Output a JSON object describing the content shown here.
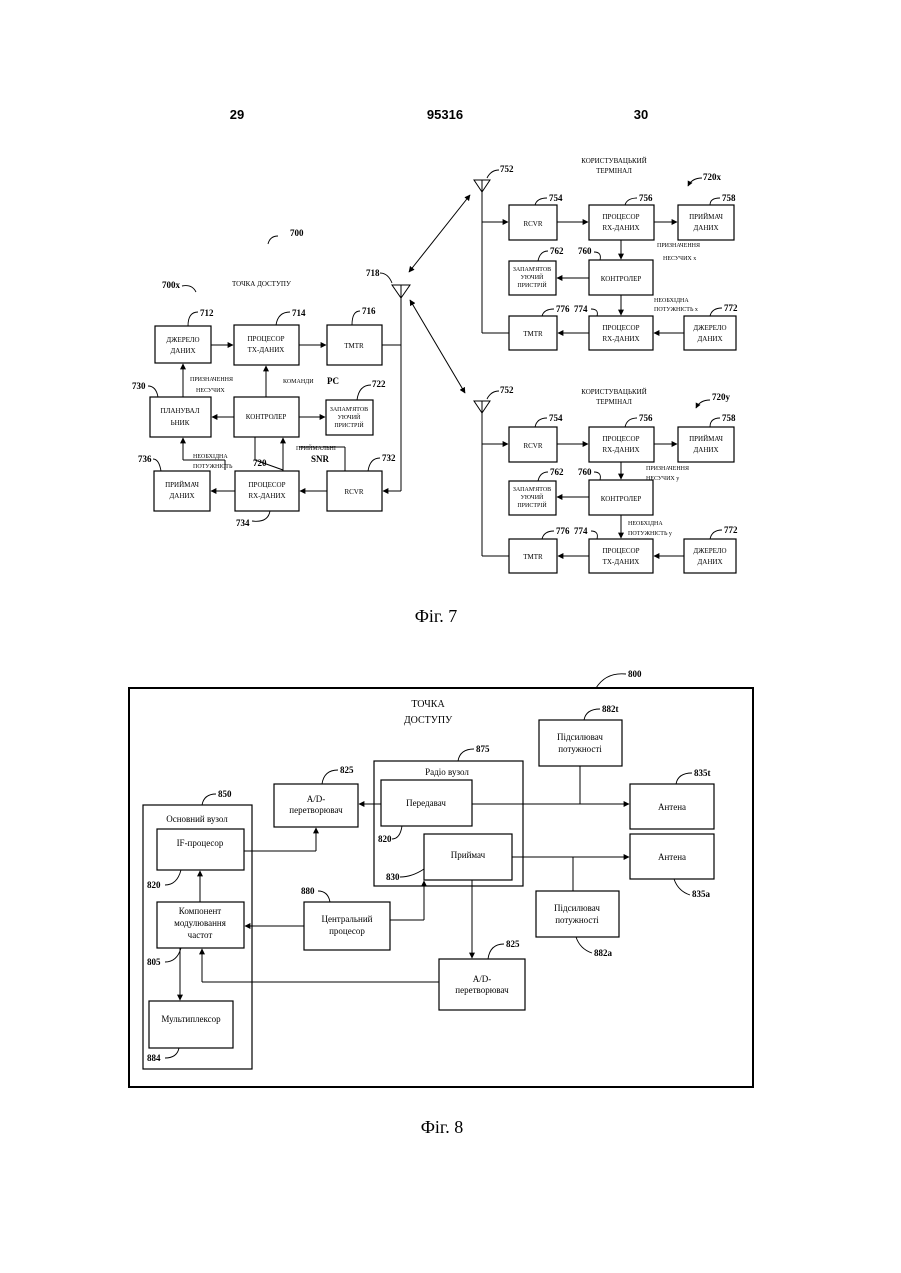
{
  "header": {
    "page_left": "29",
    "patent_number": "95316",
    "page_right": "30"
  },
  "fig7": {
    "caption": "Фіг. 7",
    "ref_700": "700",
    "ref_700x": "700x",
    "access_point": "ТОЧКА ДОСТУПУ",
    "ap": {
      "source": {
        "ref": "712",
        "l1": "ДЖЕРЕЛО",
        "l2": "ДАНИХ"
      },
      "tx_proc": {
        "ref": "714",
        "l1": "ПРОЦЕСОР",
        "l2": "TX-ДАНИХ"
      },
      "tmtr": {
        "ref": "716",
        "l1": "TMTR"
      },
      "scheduler": {
        "ref": "730",
        "l1": "ПЛАНУВАЛ",
        "l2": "ЬНИК"
      },
      "controller": {
        "ref": "720",
        "l1": "КОНТРОЛЕР"
      },
      "memory": {
        "ref": "722",
        "l1": "ЗАПАМ'ЯТОВ",
        "l2": "УЮЧИЙ",
        "l3": "ПРИСТРІЙ"
      },
      "sink": {
        "ref": "736",
        "l1": "ПРИЙМАЧ",
        "l2": "ДАНИХ"
      },
      "rx_proc": {
        "ref": "734",
        "l1": "ПРОЦЕСОР",
        "l2": "RX-ДАНИХ"
      },
      "rcvr": {
        "ref": "732",
        "l1": "RCVR"
      },
      "antenna_ref": "718",
      "lbl_assign_1": "ПРИЗНАЧЕННЯ",
      "lbl_assign_2": "НЕСУЧИХ",
      "lbl_commands": "КОМАНДИ",
      "lbl_pc": "PC",
      "lbl_need_1": "НЕОБХІДНА",
      "lbl_need_2": "ПОТУЖНІСТЬ",
      "lbl_received": "ПРИЙМАЛЬНІ",
      "lbl_snr": "SNR"
    },
    "terminal_x": {
      "title_1": "КОРИСТУВАЦЬКИЙ",
      "title_2": "ТЕРМІНАЛ",
      "ref": "720x",
      "antenna_ref": "752",
      "rcvr": {
        "ref": "754",
        "l1": "RCVR"
      },
      "rx_proc": {
        "ref": "756",
        "l1": "ПРОЦЕСОР",
        "l2": "RX-ДАНИХ"
      },
      "sink": {
        "ref": "758",
        "l1": "ПРИЙМАЧ",
        "l2": "ДАНИХ"
      },
      "memory": {
        "ref": "762",
        "l1": "ЗАПАМ'ЯТОВ",
        "l2": "УЮЧИЙ",
        "l3": "ПРИСТРІЙ"
      },
      "controller": {
        "ref": "760",
        "l1": "КОНТРОЛЕР"
      },
      "tmtr": {
        "ref": "776",
        "l1": "TMTR"
      },
      "tx_proc": {
        "ref": "774",
        "l1": "ПРОЦЕСОР",
        "l2": "RX-ДАНИХ"
      },
      "source": {
        "ref": "772",
        "l1": "ДЖЕРЕЛО",
        "l2": "ДАНИХ"
      },
      "lbl_assign_1": "ПРИЗНАЧЕННЯ",
      "lbl_assign_2": "НЕСУЧИХ  x",
      "lbl_need": "НЕОБХІДНА",
      "lbl_power": "ПОТУЖНІСТЬ  x"
    },
    "terminal_y": {
      "title_1": "КОРИСТУВАЦЬКИЙ",
      "title_2": "ТЕРМІНАЛ",
      "ref": "720y",
      "antenna_ref": "752",
      "rcvr": {
        "ref": "754",
        "l1": "RCVR"
      },
      "rx_proc": {
        "ref": "756",
        "l1": "ПРОЦЕСОР",
        "l2": "RX-ДАНИХ"
      },
      "sink": {
        "ref": "758",
        "l1": "ПРИЙМАЧ",
        "l2": "ДАНИХ"
      },
      "memory": {
        "ref": "762",
        "l1": "ЗАПАМ'ЯТОВ",
        "l2": "УЮЧИЙ",
        "l3": "ПРИСТРІЙ"
      },
      "controller": {
        "ref": "760",
        "l1": "КОНТРОЛЕР"
      },
      "tmtr": {
        "ref": "776",
        "l1": "TMTR"
      },
      "tx_proc": {
        "ref": "774",
        "l1": "ПРОЦЕСОР",
        "l2": "TX-ДАНИХ"
      },
      "source": {
        "ref": "772",
        "l1": "ДЖЕРЕЛО",
        "l2": "ДАНИХ"
      },
      "lbl_assign_1": "ПРИЗНАЧЕННЯ",
      "lbl_assign_2": "НЕСУЧИХ  y",
      "lbl_need": "НЕОБХІДНА",
      "lbl_power": "ПОТУЖНІСТЬ  y"
    }
  },
  "fig8": {
    "caption": "Фіг. 8",
    "ref_800": "800",
    "title_1": "ТОЧКА",
    "title_2": "ДОСТУПУ",
    "radio": {
      "ref": "875",
      "title": "Радіо вузол"
    },
    "transmitter": {
      "ref": "820",
      "l1": "Передавач"
    },
    "receiver": {
      "ref": "830",
      "l1": "Приймач"
    },
    "ad_top": {
      "ref": "825",
      "l1": "A/D-",
      "l2": "перетворювач"
    },
    "ad_bottom": {
      "ref": "825",
      "l1": "A/D-",
      "l2": "перетворювач"
    },
    "amp_top": {
      "ref": "882t",
      "l1": "Підсилювач",
      "l2": "потужності"
    },
    "amp_bottom": {
      "ref": "882a",
      "l1": "Підсилювач",
      "l2": "потужності"
    },
    "antenna_top": {
      "ref": "835t",
      "l1": "Антена"
    },
    "antenna_bottom": {
      "ref": "835a",
      "l1": "Антена"
    },
    "cpu": {
      "ref": "880",
      "l1": "Центральний",
      "l2": "процесор"
    },
    "main": {
      "ref": "850",
      "title": "Основний вузол"
    },
    "if_proc": {
      "ref": "820",
      "l1": "IF-процесор"
    },
    "freq_mod": {
      "ref": "805",
      "l1": "Компонент",
      "l2": "модулювання",
      "l3": "частот"
    },
    "mux": {
      "ref": "884",
      "l1": "Мультиплексор"
    }
  }
}
